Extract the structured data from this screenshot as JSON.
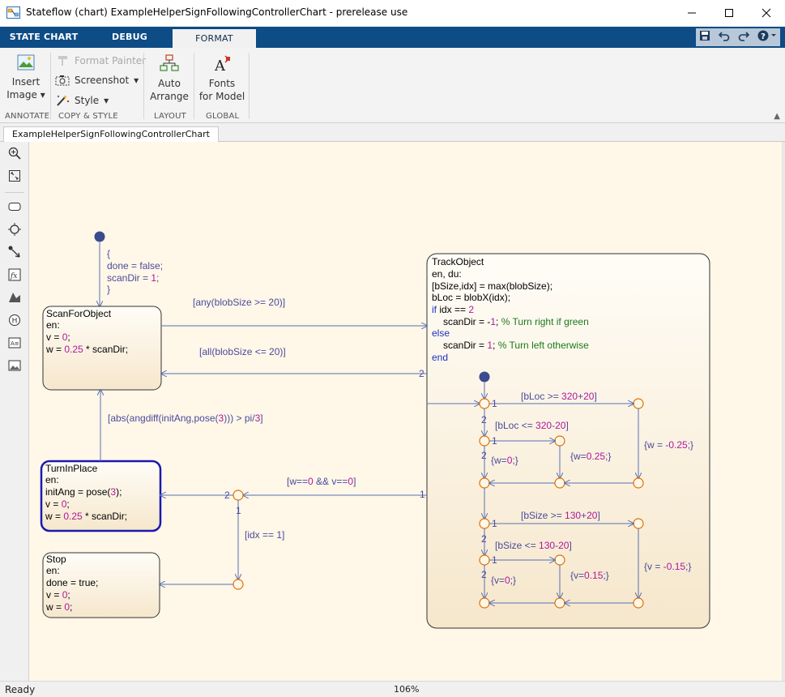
{
  "window": {
    "title": "Stateflow (chart) ExampleHelperSignFollowingControllerChart - prerelease use"
  },
  "ribbon_tabs": [
    "STATE CHART",
    "DEBUG",
    "FORMAT"
  ],
  "ribbon": {
    "annotate": {
      "insert_image_1": "Insert",
      "insert_image_2": "Image",
      "label": "ANNOTATE"
    },
    "copy_style": {
      "format_painter": "Format Painter",
      "screenshot": "Screenshot",
      "style": "Style",
      "label": "COPY & STYLE"
    },
    "layout": {
      "auto_arrange_1": "Auto",
      "auto_arrange_2": "Arrange",
      "label": "LAYOUT"
    },
    "global": {
      "fonts_1": "Fonts",
      "fonts_2": "for Model",
      "label": "GLOBAL"
    }
  },
  "doc_tab": "ExampleHelperSignFollowingControllerChart",
  "status": {
    "text": "Ready",
    "zoom": "106%"
  },
  "chart": {
    "default_action": [
      "{",
      "done = false;",
      "scanDir = 1;",
      "}"
    ],
    "scan": {
      "name": "ScanForObject",
      "line1": "en:",
      "line2": "v = 0;",
      "line3": "w = 0.25 * scanDir;"
    },
    "turn": {
      "name": "TurnInPlace",
      "line1": "en:",
      "line2": "initAng = pose(3);",
      "line3": "v = 0;",
      "line4": "w = 0.25 * scanDir;"
    },
    "stop": {
      "name": "Stop",
      "line1": "en:",
      "line2": "done = true;",
      "line3": "v = 0;",
      "line4": "w = 0;"
    },
    "track": {
      "name": "TrackObject",
      "lines": [
        "en, du:",
        "[bSize,idx] = max(blobSize);",
        "bLoc = blobX(idx);",
        "if idx == 2",
        "scanDir = -1; % Turn right if green",
        "else",
        "scanDir = 1; % Turn left otherwise",
        "end"
      ]
    },
    "transitions": {
      "any_blob": "[any(blobSize >= 20)]",
      "all_blob": "[all(blobSize <= 20)]",
      "abs_angdiff": "[abs(angdiff(initAng,pose(3))) > pi/3]",
      "w_v_zero": "[w==0 && v==0]",
      "idx_one": "[idx == 1]",
      "bloc_gt": "[bLoc >= 320+20]",
      "bloc_lt": "[bLoc <= 320-20]",
      "w_zero": "{w=0;}",
      "w_pos": "{w=0.25;}",
      "w_neg": "{w = -0.25;}",
      "bsize_gt": "[bSize >= 130+20]",
      "bsize_lt": "[bSize <= 130-20]",
      "v_zero": "{v=0;}",
      "v_pos": "{v=0.15;}",
      "v_neg": "{v = -0.15;}"
    },
    "priorities": [
      "1",
      "2",
      "1",
      "2",
      "1",
      "2",
      "1",
      "2",
      "2",
      "1",
      "1"
    ]
  },
  "icons": [
    "stateflow-app-icon",
    "minimize-icon",
    "maximize-icon",
    "close-icon",
    "save-icon",
    "undo-icon",
    "redo-icon",
    "help-icon"
  ]
}
